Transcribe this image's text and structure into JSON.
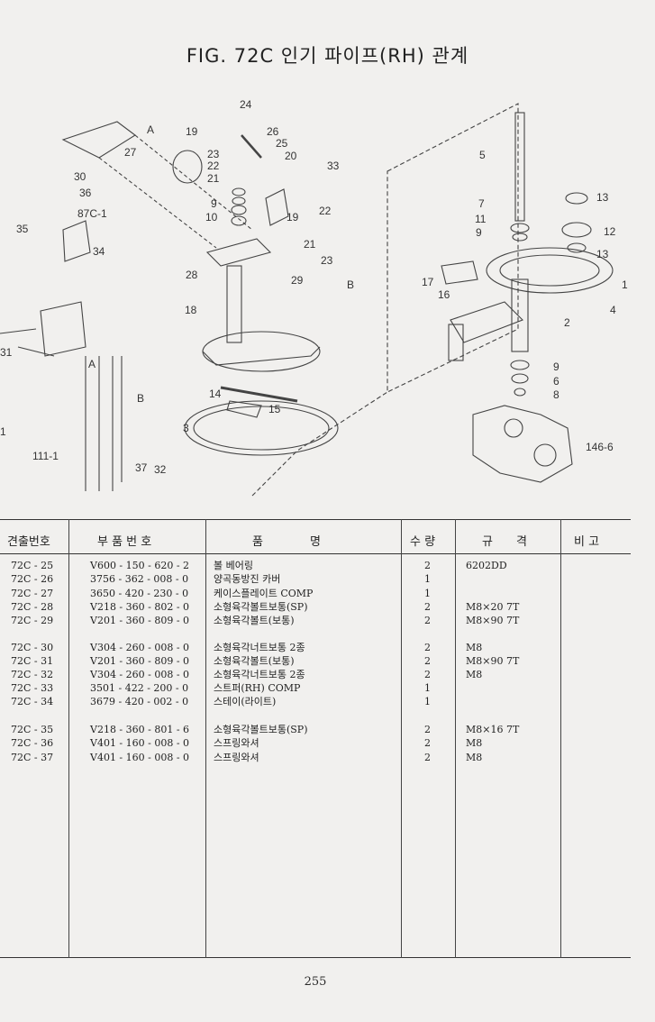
{
  "page": {
    "title": "FIG. 72C 인기 파이프(RH) 관계",
    "page_number": "255"
  },
  "table": {
    "headers": {
      "ref": "견출번호",
      "part_no": "부 품 번 호",
      "name": "품　　　　명",
      "qty": "수 량",
      "spec": "규　　격",
      "note": "비 고"
    },
    "rows": [
      {
        "ref": "72C - 25",
        "part_no": "V600 - 150 - 620 - 2",
        "name": "볼 베어링",
        "qty": "2",
        "spec": "6202DD"
      },
      {
        "ref": "72C - 26",
        "part_no": "3756 - 362 - 008 - 0",
        "name": "양곡동방진 카버",
        "qty": "1",
        "spec": ""
      },
      {
        "ref": "72C - 27",
        "part_no": "3650 - 420 - 230 - 0",
        "name": "케이스플레이트 COMP",
        "qty": "1",
        "spec": ""
      },
      {
        "ref": "72C - 28",
        "part_no": "V218 - 360 - 802 - 0",
        "name": "소형육각볼트보통(SP)",
        "qty": "2",
        "spec": "M8×20 7T"
      },
      {
        "ref": "72C - 29",
        "part_no": "V201 - 360 - 809 - 0",
        "name": "소형육각볼트(보통)",
        "qty": "2",
        "spec": "M8×90 7T"
      },
      {
        "ref": "72C - 30",
        "part_no": "V304 - 260 - 008 - 0",
        "name": "소형육각너트보통 2종",
        "qty": "2",
        "spec": "M8"
      },
      {
        "ref": "72C - 31",
        "part_no": "V201 - 360 - 809 - 0",
        "name": "소형육각볼트(보통)",
        "qty": "2",
        "spec": "M8×90 7T"
      },
      {
        "ref": "72C - 32",
        "part_no": "V304 - 260 - 008 - 0",
        "name": "소형육각너트보통 2종",
        "qty": "2",
        "spec": "M8"
      },
      {
        "ref": "72C - 33",
        "part_no": "3501 - 422 - 200 - 0",
        "name": "스트퍼(RH) COMP",
        "qty": "1",
        "spec": ""
      },
      {
        "ref": "72C - 34",
        "part_no": "3679 - 420 - 002 - 0",
        "name": "스테이(라이트)",
        "qty": "1",
        "spec": ""
      },
      {
        "ref": "72C - 35",
        "part_no": "V218 - 360 - 801 - 6",
        "name": "소형육각볼트보통(SP)",
        "qty": "2",
        "spec": "M8×16 7T"
      },
      {
        "ref": "72C - 36",
        "part_no": "V401 - 160 - 008 - 0",
        "name": "스프링와셔",
        "qty": "2",
        "spec": "M8"
      },
      {
        "ref": "72C - 37",
        "part_no": "V401 - 160 - 008 - 0",
        "name": "스프링와셔",
        "qty": "2",
        "spec": "M8"
      }
    ]
  },
  "drawing": {
    "callouts": [
      "24",
      "26",
      "25",
      "19",
      "23",
      "22",
      "21",
      "20",
      "9",
      "10",
      "27",
      "30",
      "36",
      "87C-1",
      "35",
      "34",
      "33",
      "22",
      "21",
      "23",
      "19",
      "28",
      "29",
      "B",
      "18",
      "14",
      "15",
      "3",
      "111-1",
      "37",
      "32",
      "A",
      "B",
      "A",
      "5",
      "7",
      "11",
      "9",
      "13",
      "12",
      "13",
      "1",
      "4",
      "2",
      "17",
      "16",
      "9",
      "6",
      "8",
      "146-6",
      "31",
      "1"
    ]
  }
}
